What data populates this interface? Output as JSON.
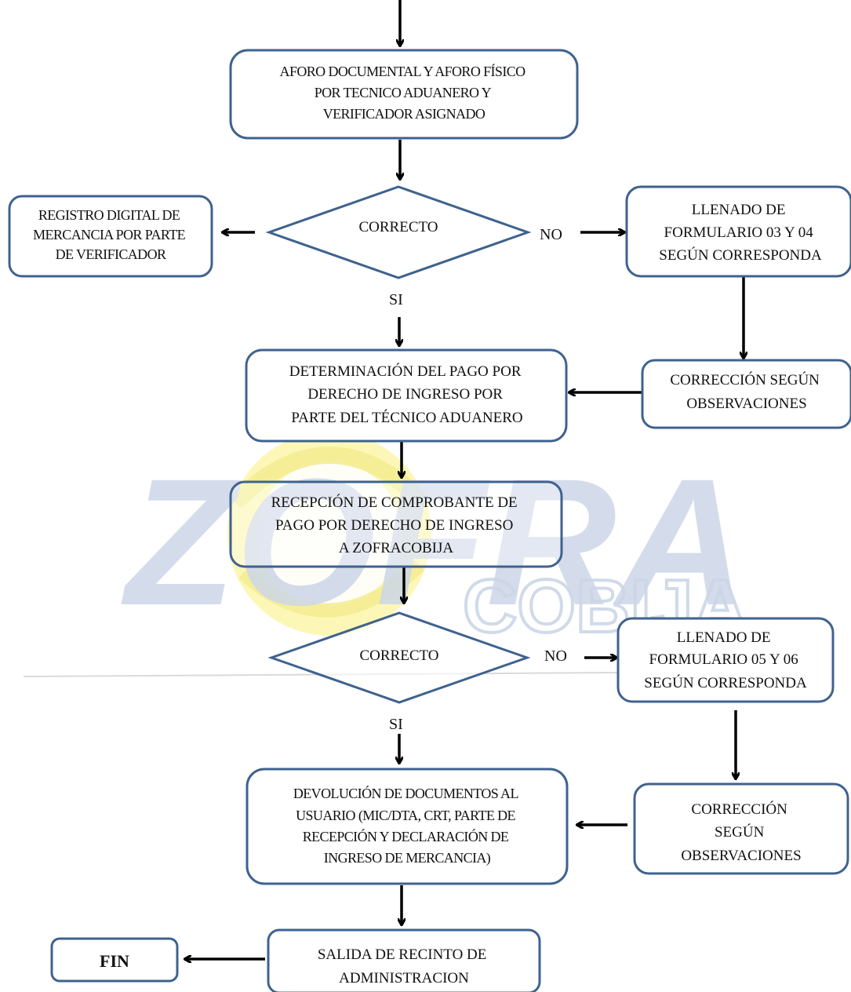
{
  "flow": {
    "aforo": [
      "AFORO DOCUMENTAL Y AFORO FÍSICO",
      "POR TECNICO ADUANERO Y",
      "VERIFICADOR ASIGNADO"
    ],
    "correcto_1": "CORRECTO",
    "registro": [
      "REGISTRO DIGITAL DE",
      "MERCANCIA POR PARTE",
      "DE VERIFICADOR"
    ],
    "no_1": "NO",
    "llenado_1": [
      "LLENADO DE",
      "FORMULARIO 03 Y 04",
      "SEGÚN CORRESPONDA"
    ],
    "si_1": "SI",
    "correccion_1": [
      "CORRECCIÓN SEGÚN",
      "OBSERVACIONES"
    ],
    "determinacion": [
      "DETERMINACIÓN DEL PAGO POR",
      "DERECHO DE INGRESO POR",
      "PARTE DEL TÉCNICO ADUANERO"
    ],
    "recepcion": [
      "RECEPCIÓN DE COMPROBANTE DE",
      "PAGO POR DERECHO DE INGRESO",
      "A ZOFRACOBIJA"
    ],
    "correcto_2": "CORRECTO",
    "no_2": "NO",
    "llenado_2": [
      "LLENADO DE",
      "FORMULARIO 05 Y 06",
      "SEGÚN CORRESPONDA"
    ],
    "si_2": "SI",
    "devolucion": [
      "DEVOLUCIÓN DE DOCUMENTOS AL",
      "USUARIO (MIC/DTA, CRT, PARTE DE",
      "RECEPCIÓN Y DECLARACIÓN DE",
      "INGRESO DE MERCANCIA)"
    ],
    "correccion_2": [
      "CORRECCIÓN",
      "SEGÚN",
      "OBSERVACIONES"
    ],
    "salida": [
      "SALIDA DE RECINTO DE",
      "ADMINISTRACION"
    ],
    "fin": "FIN"
  },
  "watermark": {
    "primary": "ZOFRA",
    "secondary": "COBIJA"
  },
  "colors": {
    "box_border": "#3f628f",
    "watermark_blue": "#c9d4e6",
    "watermark_yellow": "#fbf4a6"
  }
}
